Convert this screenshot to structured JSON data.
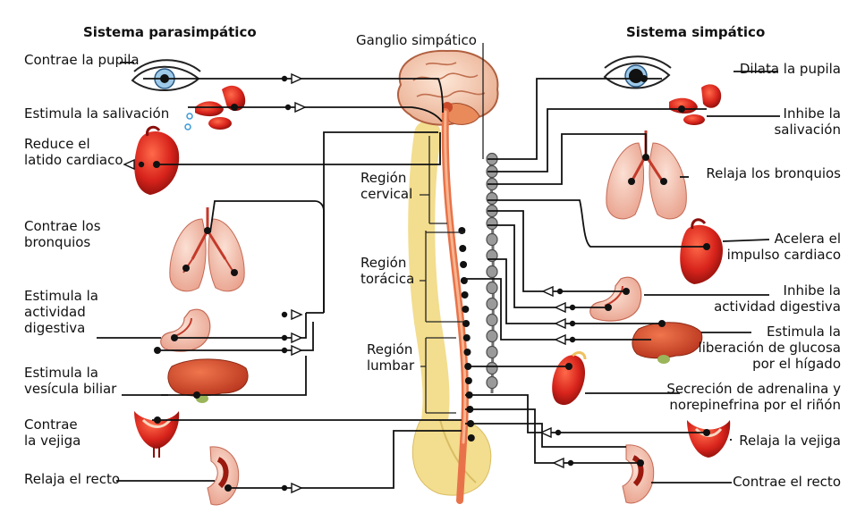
{
  "titles": {
    "left": "Sistema parasimpático",
    "right": "Sistema simpático",
    "ganglion": "Ganglio simpático"
  },
  "regions": {
    "cervical": "Región\ncervical",
    "toracica": "Región\ntorácica",
    "lumbar": "Región\nlumbar"
  },
  "left_labels": [
    "Contrae la pupila",
    "Estimula la salivación",
    "Reduce el\nlatido cardiaco",
    "Contrae los\nbronquios",
    "Estimula la\nactividad\ndigestiva",
    "Estimula la\nvesícula biliar",
    "Contrae\nla vejiga",
    "Relaja el recto"
  ],
  "right_labels": [
    "Dilata la pupila",
    "Inhibe la\nsalivación",
    "Relaja los bronquios",
    "Acelera el\nimpulso cardiaco",
    "Inhibe la\nactividad digestiva",
    "Estimula la\nliberación de glucosa\npor el hígado",
    "Secreción de adrenalina y\nnorepinefrina por el riñón",
    "Relaja la vejiga",
    "Contrae el recto"
  ],
  "icons": {
    "eye_left": "eye-icon",
    "eye_right": "eye-icon",
    "salivary_left": "salivary-gland-icon",
    "salivary_right": "salivary-gland-icon",
    "heart_left": "heart-icon",
    "heart_right": "heart-icon",
    "lungs_left": "lungs-icon",
    "lungs_right": "lungs-icon",
    "stomach_left": "stomach-icon",
    "stomach_right": "stomach-icon",
    "liver_left": "liver-icon",
    "liver_right": "liver-icon",
    "kidney": "kidney-icon",
    "bladder_left": "bladder-icon",
    "bladder_right": "bladder-icon",
    "rectum_left": "rectum-icon",
    "rectum_right": "rectum-icon",
    "brain": "brain-icon",
    "spine": "spinal-cord-icon",
    "ganglion_chain": "ganglion-chain-icon"
  },
  "colors": {
    "organ_red": "#d8241c",
    "organ_pink": "#f2b9a6",
    "cord": "#e8734a",
    "bone": "#f3dd8e",
    "ganglion": "#9a9a9a",
    "line": "#111111"
  }
}
